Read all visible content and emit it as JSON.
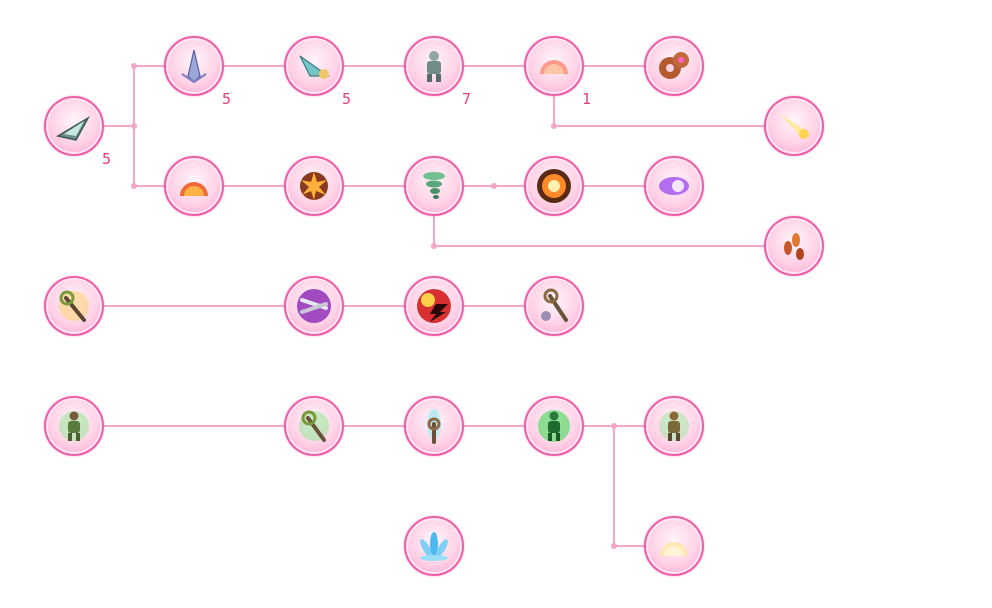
{
  "colors": {
    "line": "#f4a6c8",
    "ring": "#ec5fa8",
    "level": "#e0407f"
  },
  "skills": [
    {
      "id": "s-root",
      "icon": "arrowhead-icon",
      "level": "5"
    },
    {
      "id": "s-r1c2",
      "icon": "crystal-spike-icon",
      "level": "5"
    },
    {
      "id": "s-r1c3",
      "icon": "spear-tip-icon",
      "level": "5"
    },
    {
      "id": "s-r1c4",
      "icon": "armored-figure-icon",
      "level": "7"
    },
    {
      "id": "s-r1c5",
      "icon": "dome-shield-icon",
      "level": "1"
    },
    {
      "id": "s-r1c6",
      "icon": "donut-icon",
      "level": ""
    },
    {
      "id": "s-r2c7",
      "icon": "light-beam-icon",
      "level": ""
    },
    {
      "id": "s-r3c2",
      "icon": "fire-dome-icon",
      "level": ""
    },
    {
      "id": "s-r3c3",
      "icon": "explosion-icon",
      "level": ""
    },
    {
      "id": "s-r3c4",
      "icon": "tornado-icon",
      "level": ""
    },
    {
      "id": "s-r3c5",
      "icon": "blast-ring-icon",
      "level": ""
    },
    {
      "id": "s-r3c6",
      "icon": "purple-orb-icon",
      "level": ""
    },
    {
      "id": "s-r4c7",
      "icon": "ember-drops-icon",
      "level": ""
    },
    {
      "id": "s-r5c1",
      "icon": "staff-burst-icon",
      "level": ""
    },
    {
      "id": "s-r5c3",
      "icon": "twin-daggers-icon",
      "level": ""
    },
    {
      "id": "s-r5c4",
      "icon": "lightning-sun-icon",
      "level": ""
    },
    {
      "id": "s-r5c5",
      "icon": "staff-gear-icon",
      "level": ""
    },
    {
      "id": "s-r6c1",
      "icon": "green-figure-icon",
      "level": ""
    },
    {
      "id": "s-r6c3",
      "icon": "staff-leaf-icon",
      "level": ""
    },
    {
      "id": "s-r6c4",
      "icon": "staff-crystal-icon",
      "level": ""
    },
    {
      "id": "s-r6c5",
      "icon": "green-aura-figure-icon",
      "level": ""
    },
    {
      "id": "s-r6c6",
      "icon": "bronze-figure-icon",
      "level": ""
    },
    {
      "id": "s-r7c4",
      "icon": "lotus-icon",
      "level": ""
    },
    {
      "id": "s-r7c6",
      "icon": "golden-dome-icon",
      "level": ""
    }
  ]
}
